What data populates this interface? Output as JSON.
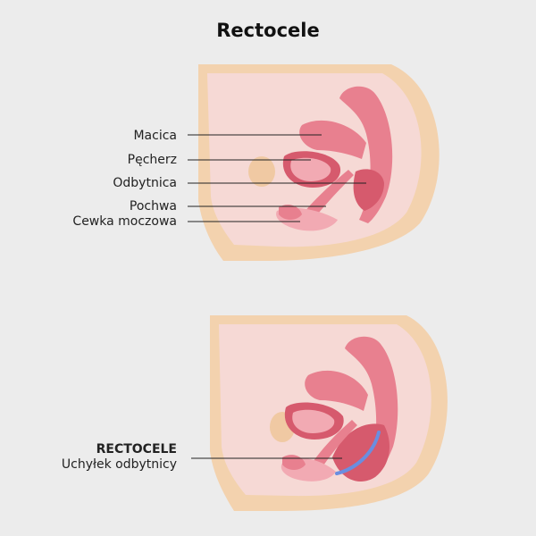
{
  "title": "Rectocele",
  "top_diagram": {
    "labels": [
      "Macica",
      "Pęcherz",
      "Odbytnica",
      "Pochwa",
      "Cewka moczowa"
    ]
  },
  "bottom_diagram": {
    "label_title": "RECTOCELE",
    "label_subtitle": "Uchyłek odbytnicy"
  },
  "colors": {
    "background": "#ececec",
    "skin": "#f3d2ae",
    "skin_inner": "#f6d9d5",
    "organ": "#e8808f",
    "organ_dark": "#d65a6d",
    "organ_light": "#f2aab3",
    "highlight": "#6a8ee0"
  }
}
